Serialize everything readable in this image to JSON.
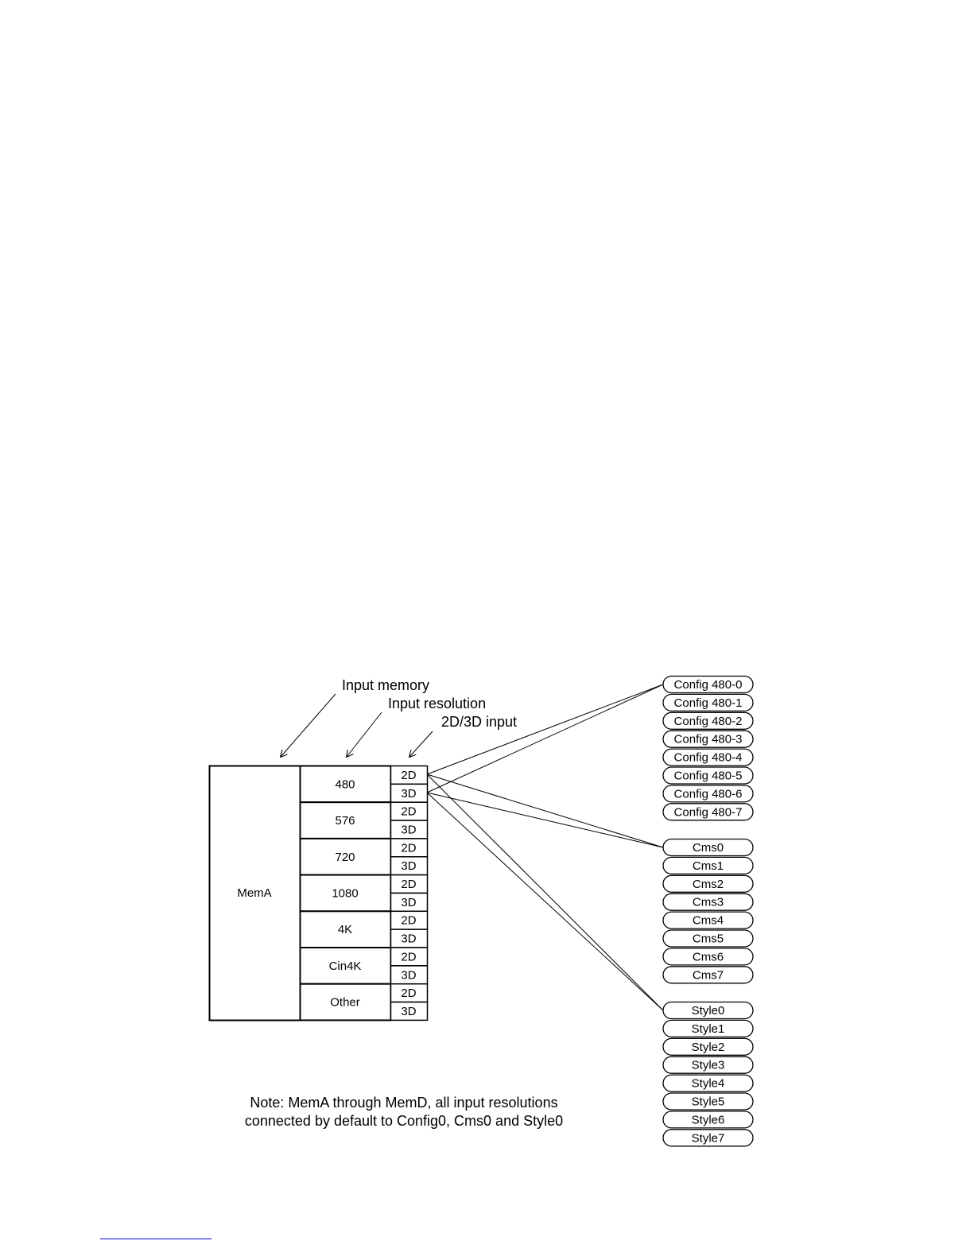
{
  "callouts": {
    "input_memory": "Input memory",
    "input_resolution": "Input resolution",
    "input_2d3d": "2D/3D input"
  },
  "memory": {
    "label": "MemA"
  },
  "resolutions": [
    {
      "label": "480",
      "modes": [
        "2D",
        "3D"
      ]
    },
    {
      "label": "576",
      "modes": [
        "2D",
        "3D"
      ]
    },
    {
      "label": "720",
      "modes": [
        "2D",
        "3D"
      ]
    },
    {
      "label": "1080",
      "modes": [
        "2D",
        "3D"
      ]
    },
    {
      "label": "4K",
      "modes": [
        "2D",
        "3D"
      ]
    },
    {
      "label": "Cin4K",
      "modes": [
        "2D",
        "3D"
      ]
    },
    {
      "label": "Other",
      "modes": [
        "2D",
        "3D"
      ]
    }
  ],
  "config_group": [
    "Config 480-0",
    "Config 480-1",
    "Config 480-2",
    "Config 480-3",
    "Config 480-4",
    "Config 480-5",
    "Config 480-6",
    "Config 480-7"
  ],
  "cms_group": [
    "Cms0",
    "Cms1",
    "Cms2",
    "Cms3",
    "Cms4",
    "Cms5",
    "Cms6",
    "Cms7"
  ],
  "style_group": [
    "Style0",
    "Style1",
    "Style2",
    "Style3",
    "Style4",
    "Style5",
    "Style6",
    "Style7"
  ],
  "note": {
    "line1": "Note: MemA through MemD, all input resolutions",
    "line2": "connected by default to Config0, Cms0 and Style0"
  }
}
